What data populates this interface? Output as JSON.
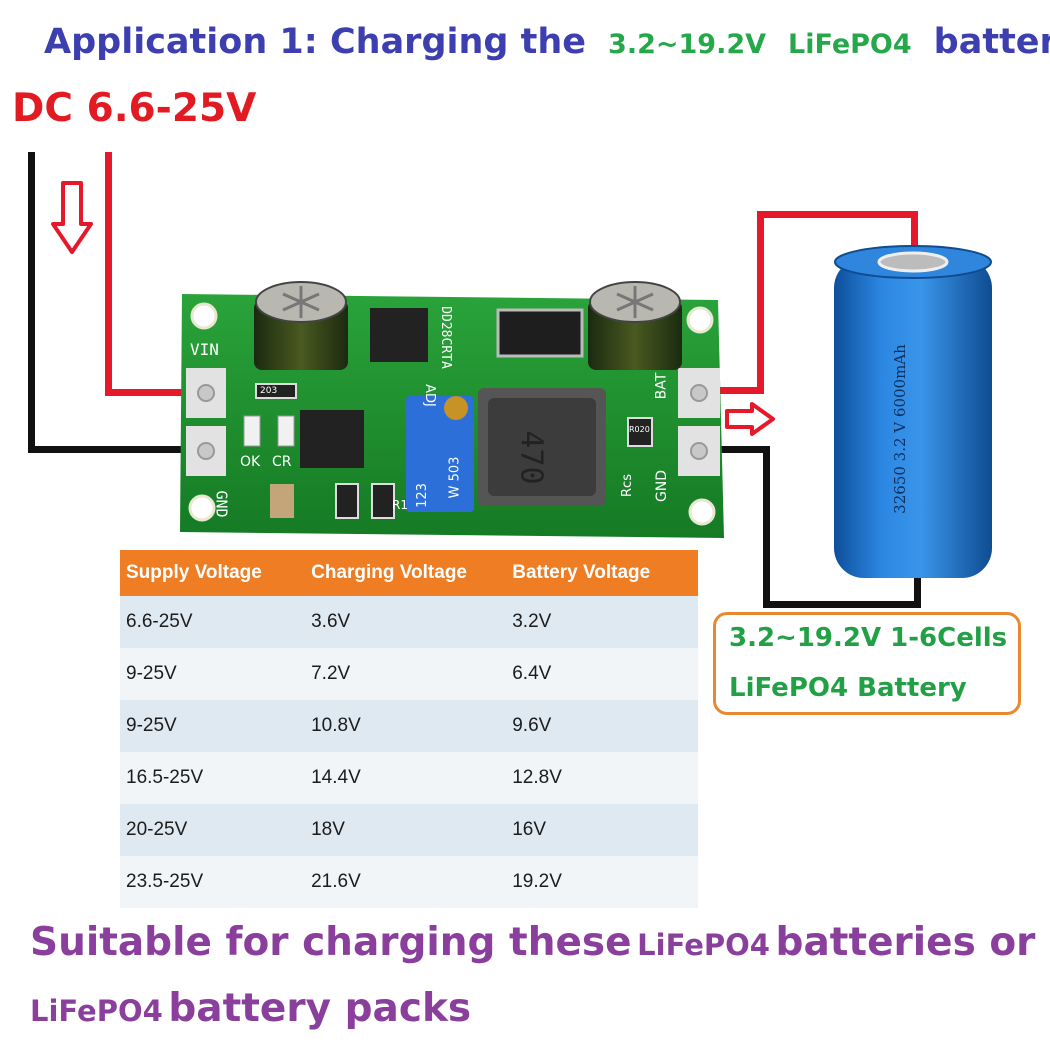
{
  "header": {
    "title_prefix": "Application 1: Charging the",
    "voltage_range": "3.2~19.2V",
    "chem": "LiFePO4",
    "title_suffix": "battery"
  },
  "input": {
    "label": "DC 6.6-25V"
  },
  "board": {
    "label_vin": "VIN",
    "label_gnd_in": "GND",
    "label_ok": "OK",
    "label_cr": "CR",
    "label_adj": "ADJ",
    "label_model": "DD28CRTA",
    "label_inductor": "470",
    "label_bat": "BAT",
    "label_gnd_out": "GND",
    "label_rcs": "Rcs",
    "label_r1": "R1",
    "label_resistor": "203",
    "label_r020": "R020",
    "label_pot_top": "W 503",
    "label_pot_bottom": "123"
  },
  "battery": {
    "print": "32650 3.2 V 6000mAh"
  },
  "battery_note": {
    "line1": "3.2~19.2V 1-6Cells",
    "line2": "LiFePO4 Battery"
  },
  "table": {
    "headers": [
      "Supply Voltage",
      "Charging Voltage",
      "Battery Voltage"
    ],
    "rows": [
      [
        "6.6-25V",
        "3.6V",
        "3.2V"
      ],
      [
        "9-25V",
        "7.2V",
        "6.4V"
      ],
      [
        "9-25V",
        "10.8V",
        "9.6V"
      ],
      [
        "16.5-25V",
        "14.4V",
        "12.8V"
      ],
      [
        "20-25V",
        "18V",
        "16V"
      ],
      [
        "23.5-25V",
        "21.6V",
        "19.2V"
      ]
    ]
  },
  "footer": {
    "line1_a": "Suitable for charging these",
    "line1_chem": "LiFePO4",
    "line1_b": "batteries or",
    "line2_chem": "LiFePO4",
    "line2_b": "battery packs"
  },
  "colors": {
    "title_blue": "#3d3fb0",
    "green": "#24a84a",
    "red": "#e21b23",
    "orange": "#ee7d23",
    "purple": "#8a3f9d",
    "pcb_green": "#1f8a2e",
    "battery_blue": "#1f6fc6"
  },
  "icons": [
    "down-arrow-icon",
    "right-arrow-icon"
  ]
}
